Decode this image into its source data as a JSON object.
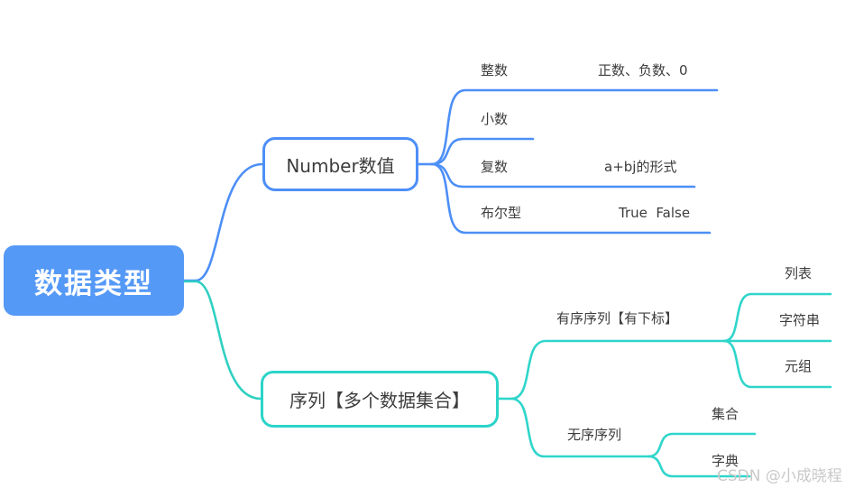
{
  "map": {
    "root": {
      "label": "数据类型"
    },
    "branches": [
      {
        "label": "Number数值",
        "children": [
          {
            "label": "整数",
            "children": [
              {
                "label": "正数、负数、0"
              }
            ]
          },
          {
            "label": "小数",
            "children": []
          },
          {
            "label": "复数",
            "children": [
              {
                "label": "a+bj的形式"
              }
            ]
          },
          {
            "label": "布尔型",
            "children": [
              {
                "label": "True  False"
              }
            ]
          }
        ]
      },
      {
        "label": "序列【多个数据集合】",
        "children": [
          {
            "label": "有序序列【有下标】",
            "children": [
              {
                "label": "列表"
              },
              {
                "label": "字符串"
              },
              {
                "label": "元组"
              }
            ]
          },
          {
            "label": "无序序列",
            "children": [
              {
                "label": "集合"
              },
              {
                "label": "字典"
              }
            ]
          }
        ]
      }
    ]
  },
  "watermark": "CSDN @小成晓程",
  "colors": {
    "branch_blue": "#4d8ff7",
    "branch_teal": "#2fd5cb",
    "root_fill": "#5599f7",
    "text": "#3c3c3c",
    "watermark": "#c9c9c9"
  }
}
